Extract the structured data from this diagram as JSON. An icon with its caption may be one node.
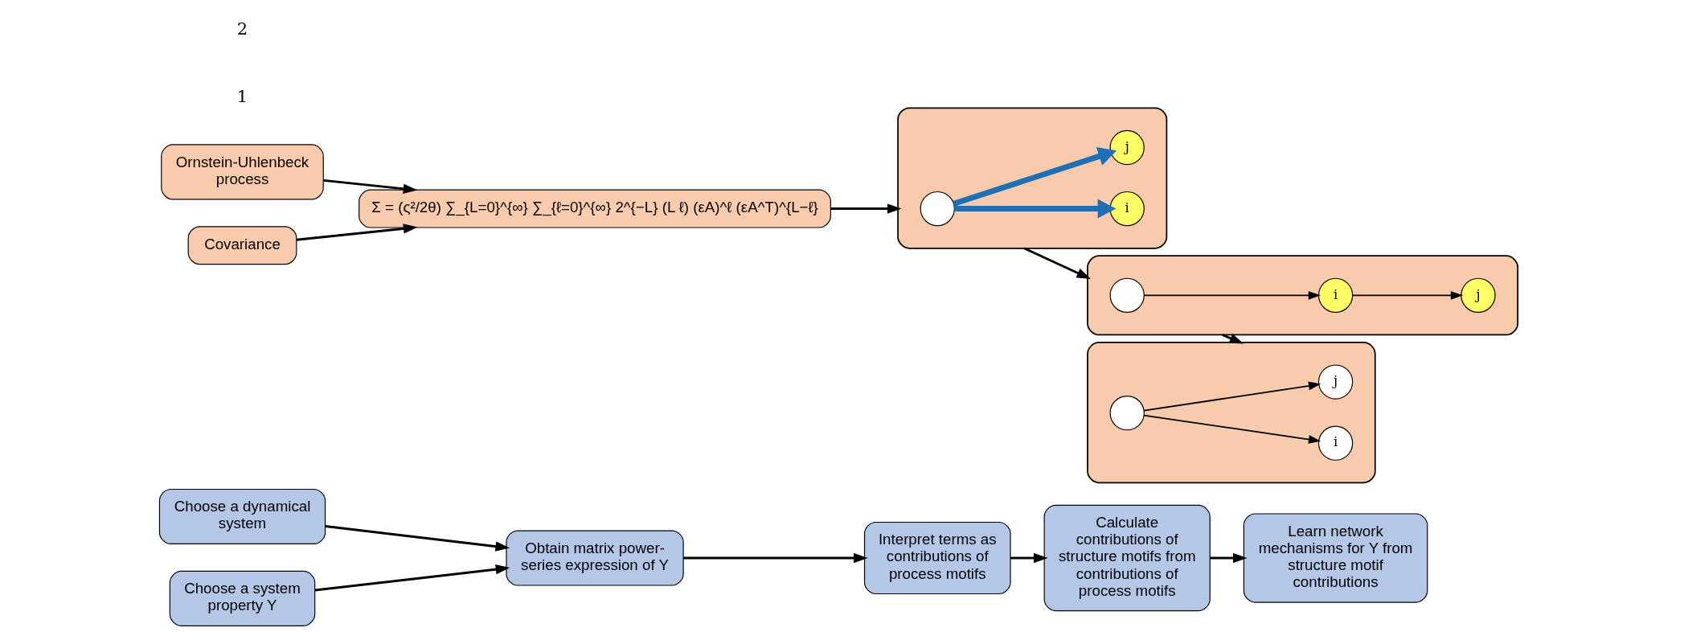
{
  "diagram": {
    "nodes": [
      {
        "text": [
          "Choose a dynamical system"
        ]
      },
      {
        "text": [
          "Choose a system property Y"
        ]
      },
      {
        "text": [
          "Obtain matrix power-series expression of Y"
        ]
      },
      {
        "text": [
          "Interpret terms as contributions of process motifs"
        ]
      },
      {
        "text": [
          "Calculate contributions of structure motifs from contributions of process motifs"
        ]
      },
      {
        "text": [
          "Learn network mechanisms for Y from structure motif contributions"
        ]
      },
      {
        "text": [
          "Ornstein-Uhlenbeck process"
        ]
      },
      {
        "text": [
          "Covariance"
        ]
      },
      {
        "text": [
          "Σ = (ς²/2θ) ∑_{L=0}^{∞} ∑_{ℓ=0}^{∞} 2^{−L} (L ℓ) (εA)^ℓ (εA^T)^{L−ℓ}"
        ]
      },
      {
        "text": [],
        "shape": "box"
      },
      {
        "text": [],
        "shape": "circle",
        "in": 9
      },
      {
        "text": [
          "i"
        ],
        "in": 9
      },
      {
        "text": [
          "j"
        ],
        "in": 9
      },
      {
        "text": [],
        "shape": "box"
      },
      {
        "text": [],
        "shape": "circle",
        "in": 13
      },
      {
        "text": [
          "i"
        ],
        "in": 13
      },
      {
        "text": [
          "j"
        ],
        "in": 13
      },
      {
        "text": [],
        "shape": "box"
      },
      {
        "text": [
          "j"
        ],
        "in": 17
      },
      {
        "text": [],
        "shape": "circle",
        "in": 17
      },
      {
        "text": [
          "i"
        ],
        "in": 17
      }
    ],
    "edges": [
      {
        "from": 0,
        "to": 2,
        "arrow": "to"
      },
      {
        "from": 1,
        "to": 2,
        "arrow": "to"
      },
      {
        "from": 2,
        "to": 3,
        "arrow": "to"
      },
      {
        "from": 3,
        "to": 4,
        "arrow": "to"
      },
      {
        "from": 4,
        "to": 5,
        "arrow": "to"
      },
      {
        "from": 6,
        "to": 8,
        "arrow": "to"
      },
      {
        "from": 7,
        "to": 8,
        "arrow": "to"
      },
      {
        "from": 8,
        "to": 9,
        "arrow": "to"
      },
      {
        "from": 9,
        "to": 13,
        "arrow": "to"
      },
      {
        "from": 13,
        "to": 17,
        "arrow": "to"
      },
      {
        "from": 10,
        "to": 11,
        "arrow": "to",
        "style": "thick",
        "color": "#1f6fb4"
      },
      {
        "from": 10,
        "to": 12,
        "arrow": "to",
        "style": "thick",
        "color": "#1f6fb4"
      },
      {
        "from": 14,
        "to": 15,
        "arrow": "to"
      },
      {
        "from": 15,
        "to": 16,
        "arrow": "to"
      },
      {
        "from": 19,
        "to": 18,
        "arrow": "to"
      },
      {
        "from": 19,
        "to": 20,
        "arrow": "to"
      }
    ],
    "labels": [
      "1",
      "2"
    ]
  }
}
